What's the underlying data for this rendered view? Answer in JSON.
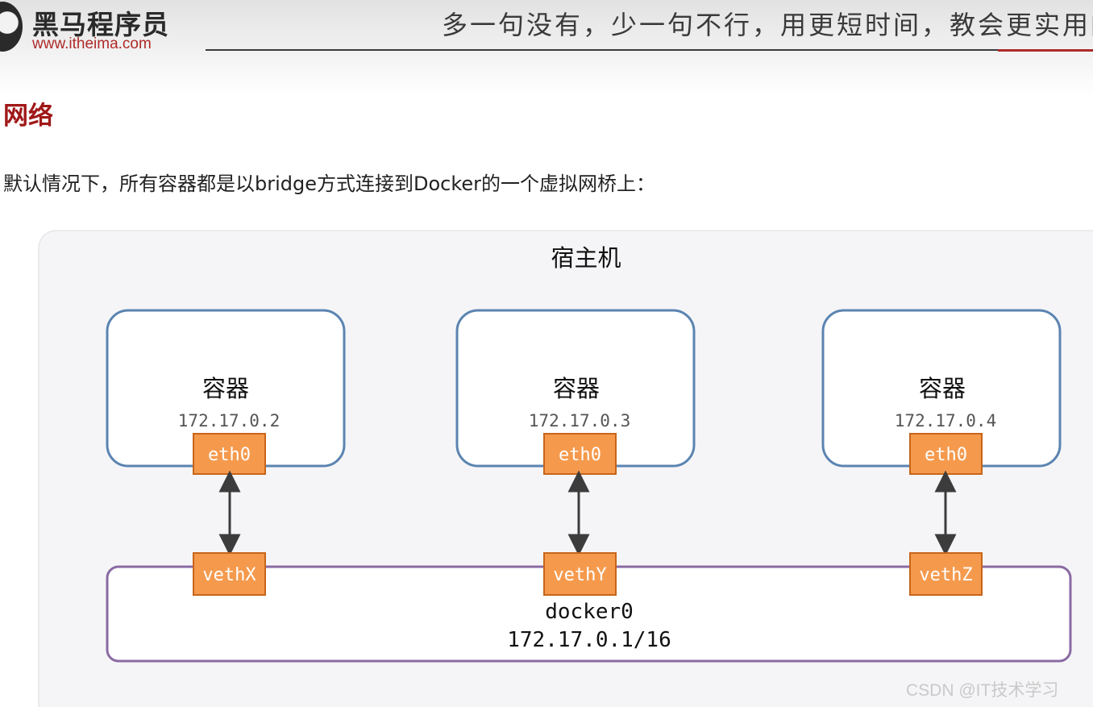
{
  "header": {
    "brand_name": "黑马程序员",
    "brand_url": "www.itheima.com",
    "slogan": "多一句没有，少一句不行，用更短时间，教会更实用的技术！"
  },
  "section_title": "网络",
  "intro_text": "默认情况下，所有容器都是以bridge方式连接到Docker的一个虚拟网桥上：",
  "diagram": {
    "host_label": "宿主机",
    "containers": [
      {
        "label": "容器",
        "ip": "172.17.0.2",
        "iface": "eth0",
        "veth": "vethX"
      },
      {
        "label": "容器",
        "ip": "172.17.0.3",
        "iface": "eth0",
        "veth": "vethY"
      },
      {
        "label": "容器",
        "ip": "172.17.0.4",
        "iface": "eth0",
        "veth": "vethZ"
      }
    ],
    "bridge": {
      "name": "docker0",
      "ip": "172.17.0.1/16"
    }
  },
  "watermark": "CSDN @IT技术学习",
  "colors": {
    "container_border": "#5b84b1",
    "bridge_border": "#8a6aa3",
    "iface_fill": "#f59a4d",
    "iface_border": "#c7651a",
    "arrow": "#3c3c3c",
    "host_fill": "#f5f5f7",
    "title_red": "#a01818"
  }
}
